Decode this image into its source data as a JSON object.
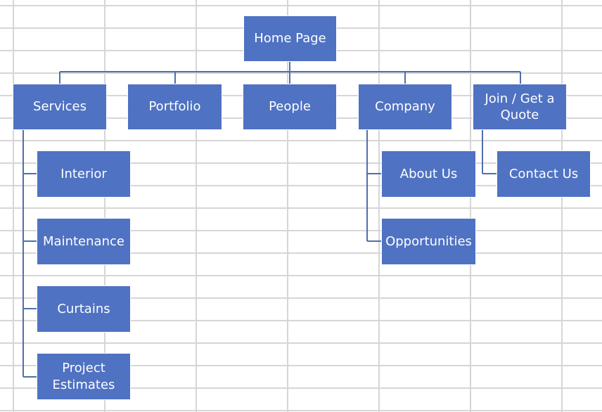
{
  "colors": {
    "box_fill": "#4f72c2",
    "connector": "#4f6fae",
    "grid": "#d6d6d6"
  },
  "nodes": {
    "home": "Home Page",
    "services": "Services",
    "portfolio": "Portfolio",
    "people": "People",
    "company": "Company",
    "join": "Join / Get a Quote",
    "interior": "Interior",
    "maintenance": "Maintenance",
    "curtains": "Curtains",
    "project_estimates": "Project Estimates",
    "about_us": "About Us",
    "opportunities": "Opportunities",
    "contact_us": "Contact Us"
  }
}
